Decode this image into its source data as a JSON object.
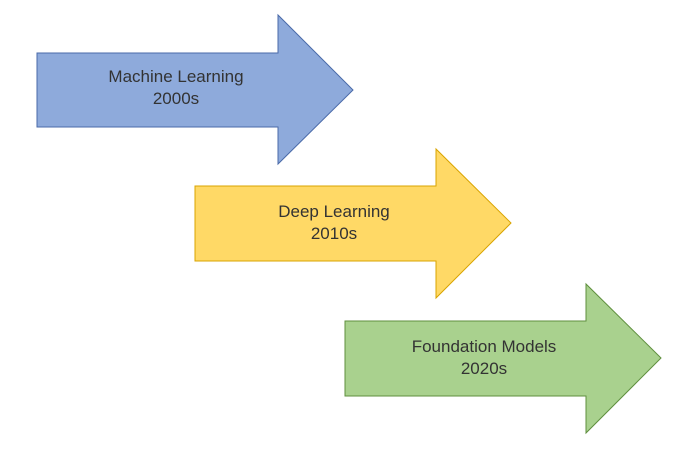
{
  "arrows": [
    {
      "title": "Machine Learning",
      "period": "2000s",
      "fill": "#8eaadb",
      "stroke": "#4a6aa8"
    },
    {
      "title": "Deep Learning",
      "period": "2010s",
      "fill": "#ffd966",
      "stroke": "#d9a400"
    },
    {
      "title": "Foundation Models",
      "period": "2020s",
      "fill": "#a9d18e",
      "stroke": "#5f8f3e"
    }
  ]
}
